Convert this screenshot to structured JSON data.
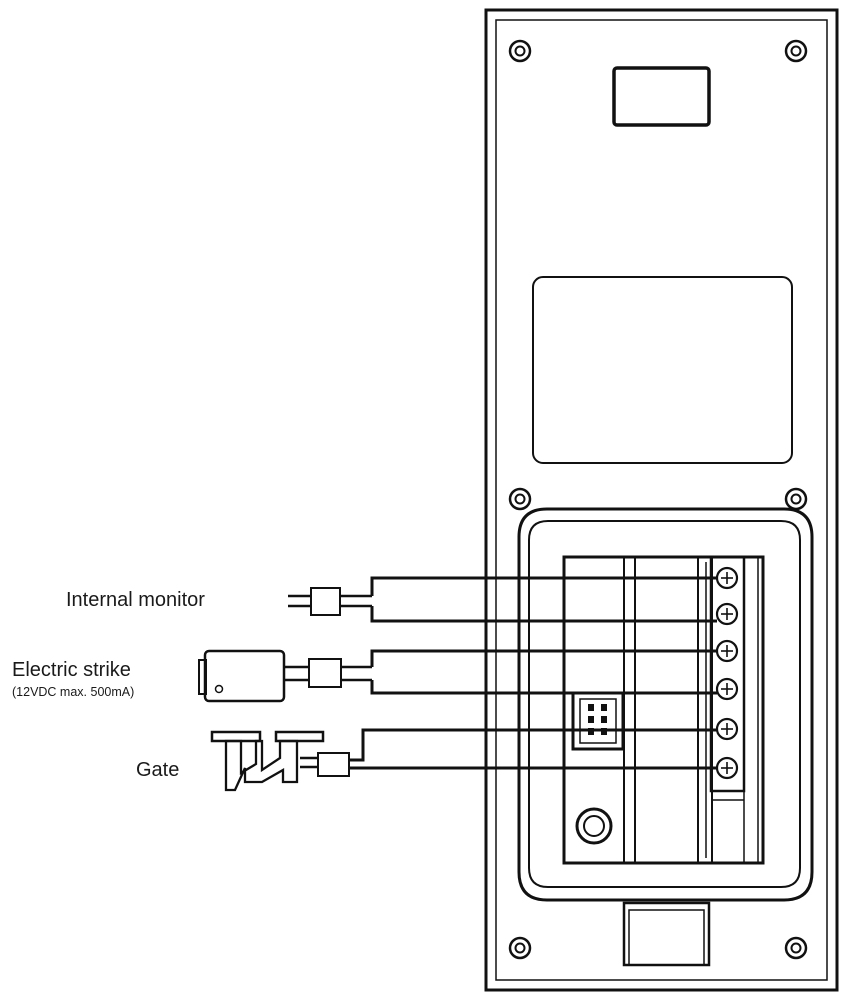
{
  "labels": {
    "internal_monitor": "Internal monitor",
    "electric_strike": "Electric strike",
    "electric_strike_spec": "(12VDC max. 500mA)",
    "gate": "Gate"
  },
  "colors": {
    "line": "#111111",
    "background": "#ffffff"
  }
}
